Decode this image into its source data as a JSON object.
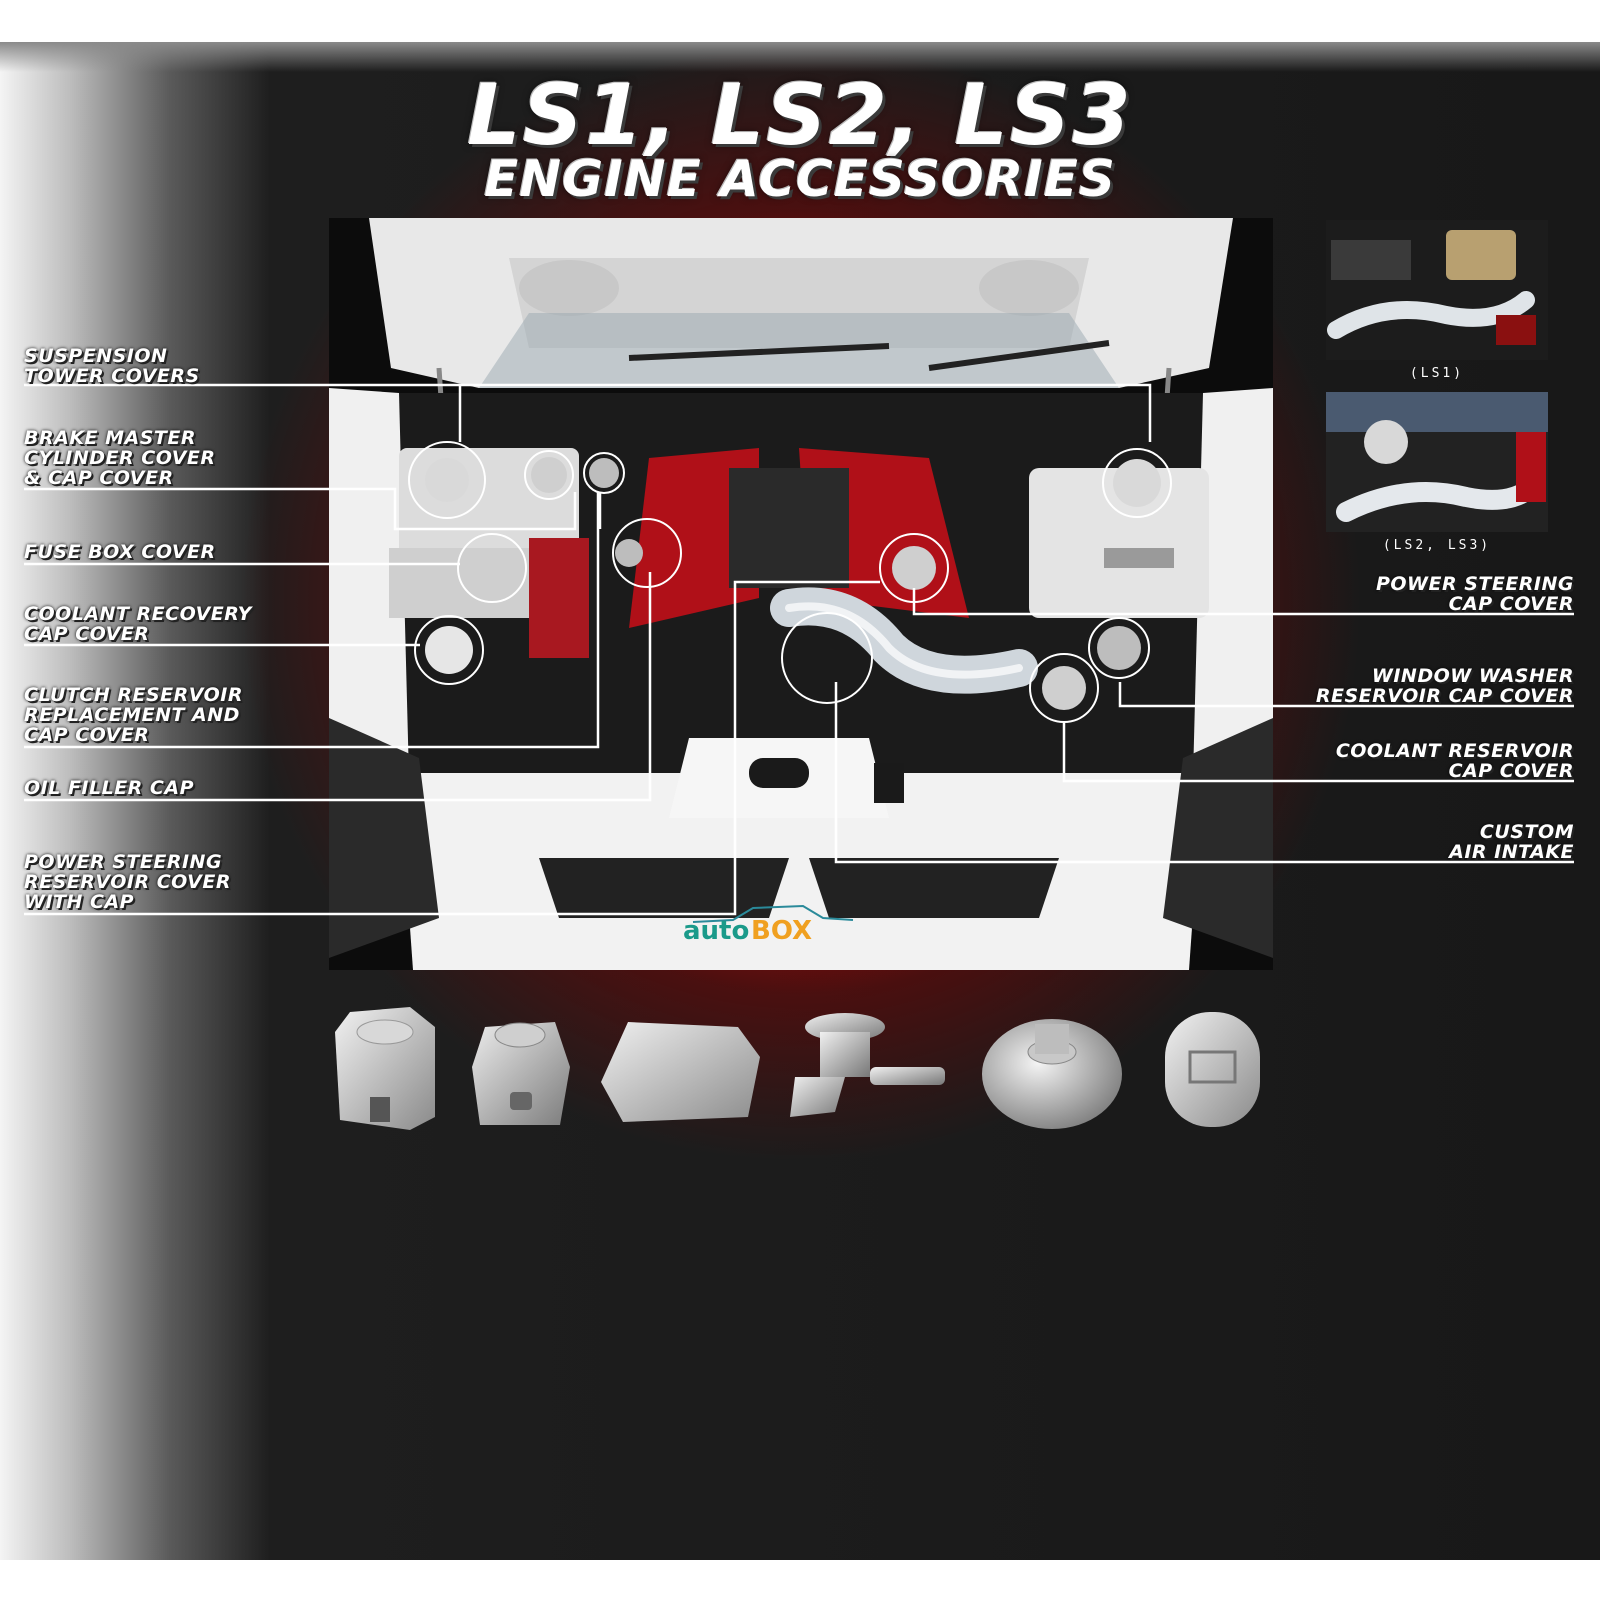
{
  "title": {
    "main": "LS1, LS2, LS3",
    "sub": "ENGINE ACCESSORIES"
  },
  "thumbnails": [
    {
      "caption": "(LS1)"
    },
    {
      "caption": "(LS2, LS3)"
    }
  ],
  "labels_left": [
    {
      "lines": [
        "SUSPENSION",
        "TOWER COVERS"
      ]
    },
    {
      "lines": [
        "BRAKE MASTER",
        "CYLINDER COVER",
        "& CAP COVER"
      ]
    },
    {
      "lines": [
        "FUSE BOX COVER"
      ]
    },
    {
      "lines": [
        "COOLANT RECOVERY",
        "CAP COVER"
      ]
    },
    {
      "lines": [
        "CLUTCH RESERVOIR",
        "REPLACEMENT AND",
        "CAP COVER"
      ]
    },
    {
      "lines": [
        "OIL FILLER CAP"
      ]
    },
    {
      "lines": [
        "POWER STEERING",
        "RESERVOIR COVER",
        "WITH CAP"
      ]
    }
  ],
  "labels_right": [
    {
      "lines": [
        "POWER STEERING",
        "CAP COVER"
      ]
    },
    {
      "lines": [
        "WINDOW WASHER",
        "RESERVOIR CAP COVER"
      ]
    },
    {
      "lines": [
        "COOLANT RESERVOIR",
        "CAP COVER"
      ]
    },
    {
      "lines": [
        "CUSTOM",
        "AIR INTAKE"
      ]
    }
  ],
  "watermark": {
    "part1": "auto",
    "part2": "BOX"
  },
  "colors": {
    "brand_red": "#d41414",
    "engine_cover_red": "#b01018",
    "car_body": "#f2f2f2",
    "watermark_teal": "#1a9a8a",
    "watermark_orange": "#f0a020"
  },
  "icons": {
    "product_1": "brake-master-cover-icon",
    "product_2": "reservoir-cover-icon",
    "product_3": "fuse-box-cover-icon",
    "product_4": "oil-filler-cap-icon",
    "product_5": "tower-cover-icon",
    "product_6": "cap-cover-icon"
  }
}
